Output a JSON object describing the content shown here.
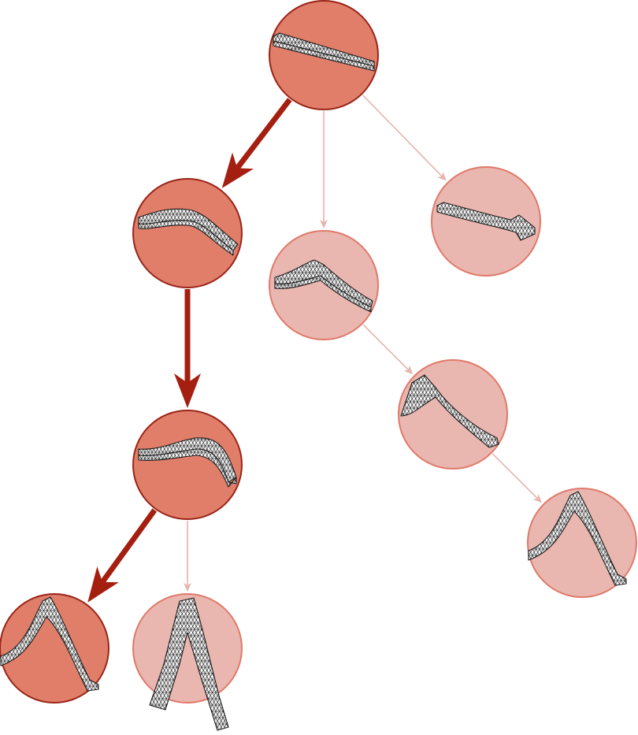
{
  "colors": {
    "active_fill": "#e07e6a",
    "active_stroke": "#9a2418",
    "active_edge": "#a51f10",
    "faded_fill": "#e9b7b0",
    "faded_stroke": "#e0796a",
    "faded_edge": "#e5b3ad",
    "mesh_stroke": "#1a1a1a",
    "mesh_fill": "#f2f2f2"
  },
  "tree": {
    "nodes": [
      {
        "id": "root",
        "state": "active",
        "mesh": "flat-plate-icon"
      },
      {
        "id": "a1",
        "state": "active",
        "mesh": "slight-bend-icon"
      },
      {
        "id": "a2",
        "state": "active",
        "mesh": "wave-bend-icon"
      },
      {
        "id": "a3",
        "state": "active",
        "mesh": "arch-fold-icon"
      },
      {
        "id": "b1",
        "state": "faded",
        "mesh": "tall-fold-icon"
      },
      {
        "id": "c1",
        "state": "faded",
        "mesh": "kinked-plate-icon"
      },
      {
        "id": "c2",
        "state": "faded",
        "mesh": "peak-fold-icon"
      },
      {
        "id": "c3",
        "state": "faded",
        "mesh": "arch-fold-icon"
      },
      {
        "id": "d1",
        "state": "faded",
        "mesh": "twisted-strip-icon"
      }
    ],
    "edges": [
      {
        "from": "root",
        "to": "a1",
        "state": "active"
      },
      {
        "from": "a1",
        "to": "a2",
        "state": "active"
      },
      {
        "from": "a2",
        "to": "a3",
        "state": "active"
      },
      {
        "from": "a2",
        "to": "b1",
        "state": "faded"
      },
      {
        "from": "root",
        "to": "c1",
        "state": "faded"
      },
      {
        "from": "c1",
        "to": "c2",
        "state": "faded"
      },
      {
        "from": "c2",
        "to": "c3",
        "state": "faded"
      },
      {
        "from": "root",
        "to": "d1",
        "state": "faded"
      }
    ]
  }
}
